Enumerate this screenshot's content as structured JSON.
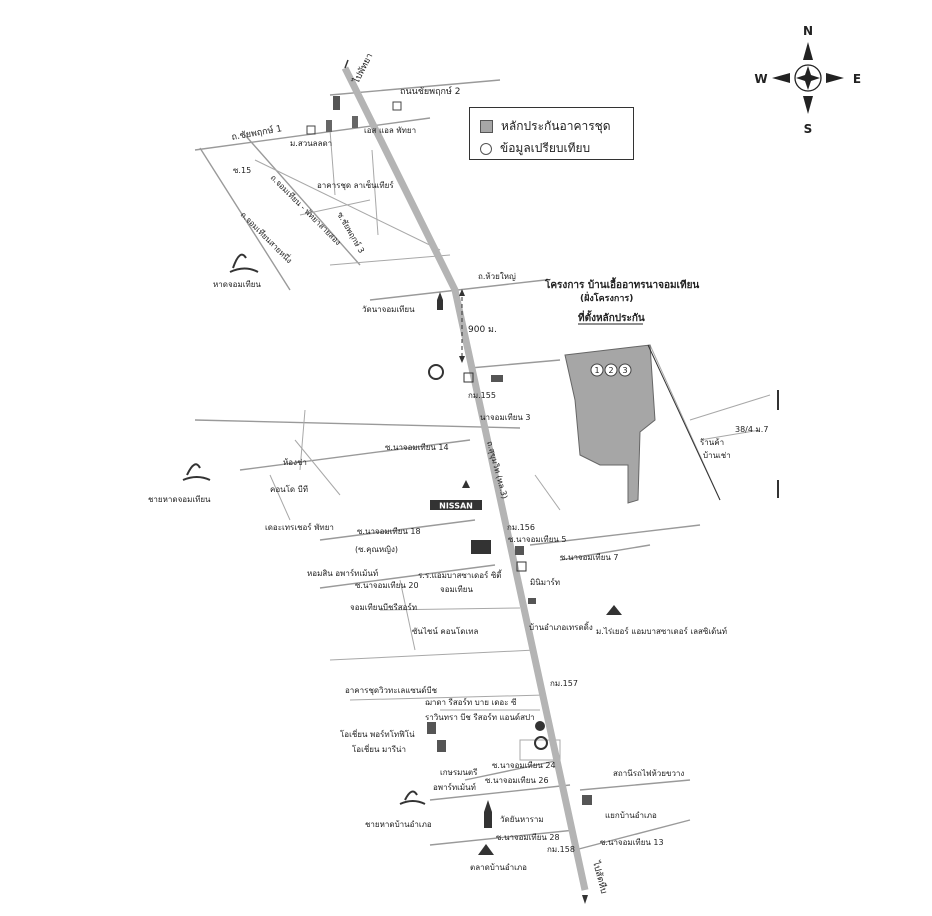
{
  "compass": {
    "n": "N",
    "s": "S",
    "e": "E",
    "w": "W"
  },
  "legend": {
    "collateral": "หลักประกันอาคารชุด",
    "comparison": "ข้อมูลเปรียบเทียบ"
  },
  "highway": {
    "to_north": "ไปพัทยา",
    "to_south": "ไปสัตหีบ",
    "name": "ถ.สุขุมวิท (ทล.3)"
  },
  "project": {
    "title": "โครงการ บ้านเอื้ออาทรนาจอมเทียน",
    "subtitle": "(ฝั่งโครงการ)",
    "site_label": "ที่ตั้งหลักประกัน",
    "units": [
      "1",
      "2",
      "3"
    ]
  },
  "distance": "900 ม.",
  "labels": {
    "chaiyapruek2": "ถนนชัยพฤกษ์ 2",
    "chaiyapruek1": "ถ.ชัยพฤกษ์ 1",
    "soi15": "ซ.15",
    "jomtien_pattaya": "ถ.จอมเทียน - พัทยาสายสอง",
    "jomtien_sai": "ถ.จอมเทียนสายหนึ่ง",
    "chaiyapruek3": "ซ.ชัยพฤกษ์ 3",
    "sunlada": "ม.สวนลลดา",
    "sl_pattaya": "เอส แอล พัทยา",
    "condo_lesensia": "อาคารชุด ลาเซ็นเทียร์",
    "jomtien_beach": "หาดจอมเทียน",
    "huai_yai": "ถ.ห้วยใหญ่",
    "wat_najomtien": "วัดนาจอมเทียน",
    "km155": "กม.155",
    "soi_naj3": "นาจอมเทียน 3",
    "soi_naj14": "ซ.นาจอมเทียน 14",
    "hong_cha": "ห้องช่า",
    "condo_bt": "คอนโด บีที",
    "jomtien_beach_edge": "ชายหาดจอมเทียน",
    "nissan": "NISSAN",
    "the_treasure": "เดอะเทรเชอร์ พัทยา",
    "soi_naj18": "ซ.นาจอมเทียน 18",
    "soi_khun_ying": "(ซ.คุณหญิง)",
    "km156": "กม.156",
    "soi_naj5": "ซ.นาจอมเทียน 5",
    "homsin": "หอมสิน อพาร์ทเม้นท์",
    "soi_naj20": "ซ.นาจอมเทียน 20",
    "ambassador_school": "ร.ร.แอมบาสซาเดอร์ ซิตี้",
    "jomtien_text": "จอมเทียน",
    "soi_naj7": "ซ.นาจอมเทียน 7",
    "mini_mart": "มินิมาร์ท",
    "jomtien_beach_resort": "จอมเทียนบีชรีสอร์ท",
    "ban_amphoe_market": "บ้านอำเภอเทรดดิ้ง",
    "moo_ban_ambassador": "ม.ไร่เยอร์ แอมบาสซาเดอร์ เลสซิเด้นท์",
    "sunshine_condo": "ซันไชน์ คอนโดเทล",
    "km157": "กม.157",
    "view_talay": "อาคารชุดวิวทะเลแซนด์บีช",
    "jada_resort": "ฌาดา รีสอร์ท บาย เดอะ ซี",
    "rawinpha_resort": "ราวินทรา บีช รีสอร์ท แอนด์สปา",
    "ocean_portofino": "โอเชี่ยน พอร์ทโทฟิโน่",
    "ocean_marina": "โอเชี่ยน มารีน่า",
    "soi_naj24": "ซ.นาจอมเทียน 24",
    "kaset_mon": "เกษรมนตรี",
    "soi_naj26": "ซ.นาจอมเทียน 26",
    "apartment": "อพาร์ทเม้นท์",
    "ban_amphoe_beach": "ชายหาดบ้านอำเภอ",
    "wat_yansangwararam": "วัดยันหาราม",
    "soi_naj28": "ซ.นาจอมเทียน 28",
    "km158": "กม.158",
    "ban_amphoe_market2": "ตลาดบ้านอำเภอ",
    "elec_station": "สถานีรถไฟห้วยขวาง",
    "yaek_ban_amphoe": "แยกบ้านอำเภอ",
    "soi_naj13": "ซ.นาจอมเทียน 13",
    "moo7": "38/4 ม.7",
    "shop": "ร้านค้า",
    "ban_cha": "บ้านเช่า"
  },
  "colors": {
    "highway": "#b4b4b4",
    "site": "#a6a6a6",
    "road": "#9a9a9a"
  }
}
